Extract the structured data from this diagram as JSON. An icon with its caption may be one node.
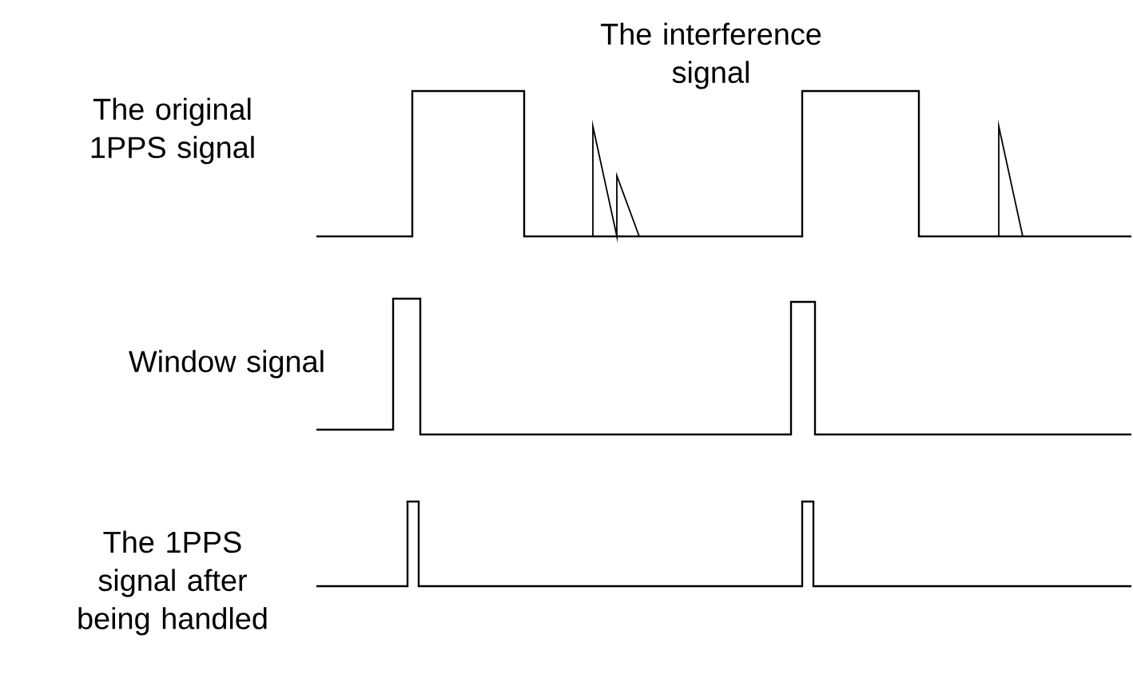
{
  "diagram": {
    "labels": [
      "The interference signal",
      "The original 1PPS signal",
      "Window signal",
      "The 1PPS signal after being handled"
    ]
  }
}
